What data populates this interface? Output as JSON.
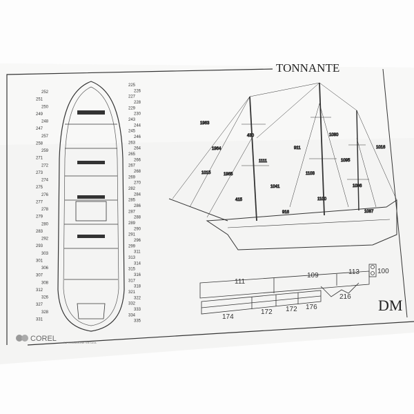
{
  "sheet": {
    "title": "TONNANTE",
    "corner_mark": "DM",
    "publisher_logo": "COREL",
    "imprint": "RIPRODUZIONE VIETATA"
  },
  "deck_plan": {
    "labels_left": [
      "252",
      "251",
      "250",
      "249",
      "248",
      "247",
      "257",
      "258",
      "259",
      "271",
      "272",
      "273",
      "274",
      "275",
      "276",
      "277",
      "278",
      "279",
      "280",
      "283",
      "292",
      "293",
      "303",
      "301",
      "306",
      "307",
      "308",
      "312",
      "326",
      "327",
      "328",
      "331"
    ],
    "labels_right": [
      "225",
      "226",
      "227",
      "228",
      "229",
      "230",
      "243",
      "244",
      "245",
      "246",
      "263",
      "264",
      "265",
      "266",
      "267",
      "268",
      "269",
      "270",
      "282",
      "284",
      "285",
      "286",
      "287",
      "288",
      "289",
      "290",
      "291",
      "296",
      "299",
      "311",
      "313",
      "314",
      "315",
      "316",
      "317",
      "318",
      "321",
      "322",
      "332",
      "333",
      "334",
      "335"
    ]
  },
  "rigging": {
    "labels": [
      "1963",
      "1964",
      "1965",
      "415",
      "430",
      "1111",
      "1041",
      "916",
      "911",
      "1103",
      "1100",
      "1080",
      "1095",
      "1096",
      "1087",
      "1016",
      "1015"
    ]
  },
  "parts_strip": {
    "upper": [
      "111",
      "109",
      "113",
      "100"
    ],
    "lower": [
      "174",
      "172",
      "172",
      "176"
    ],
    "side": "216"
  }
}
